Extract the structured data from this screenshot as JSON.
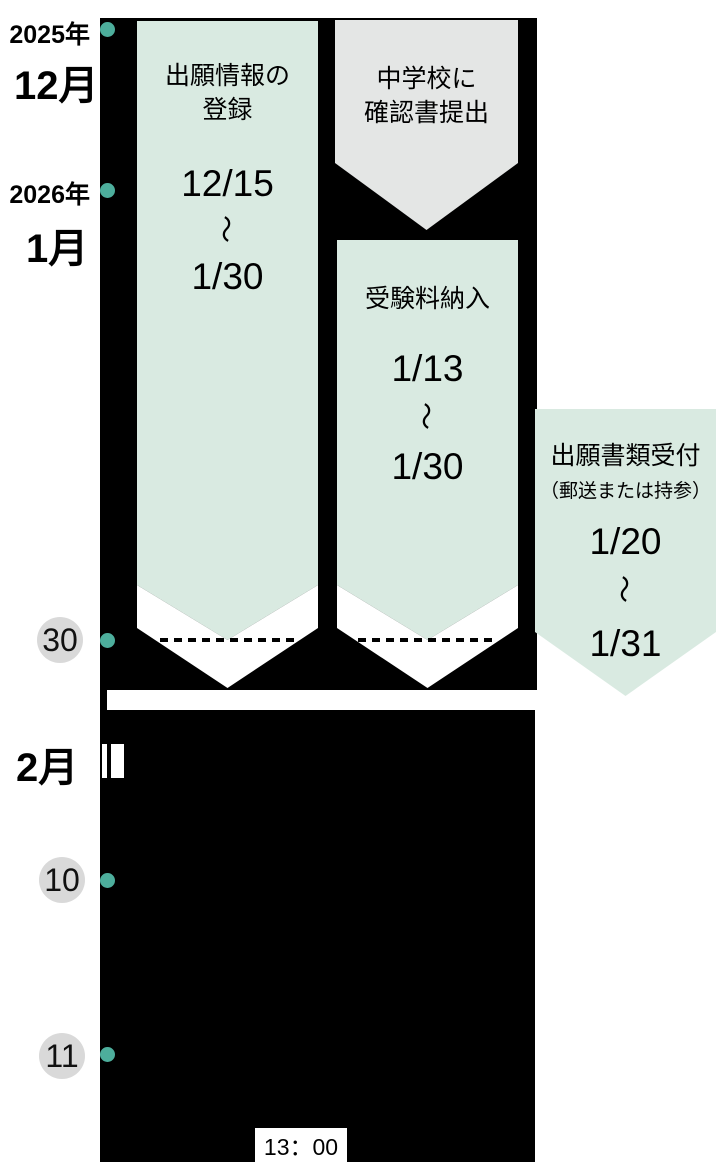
{
  "colors": {
    "background": "#ffffff",
    "timeline_block": "#000000",
    "ribbon_green": "#d9eae1",
    "ribbon_gray": "#e4e6e5",
    "dot_teal": "#4dae9c",
    "day_circle_gray": "#d9d9d9",
    "text": "#000000"
  },
  "timeline": {
    "year_top": "2025年",
    "month_top": "12月",
    "year_mid": "2026年",
    "month_mid": "1月",
    "day_30": "30",
    "month_feb": "2月",
    "day_10": "10",
    "day_11": "11"
  },
  "ribbons": {
    "registration": {
      "title_line1": "出願情報の",
      "title_line2": "登録",
      "date_start": "12/15",
      "tilde": "〜",
      "date_end": "1/30"
    },
    "confirmation": {
      "title_line1": "中学校に",
      "title_line2": "確認書提出"
    },
    "fee": {
      "title": "受験料納入",
      "date_start": "1/13",
      "tilde": "〜",
      "date_end": "1/30"
    },
    "documents": {
      "title": "出願書類受付",
      "note": "（郵送または持参）",
      "date_start": "1/20",
      "tilde": "〜",
      "date_end": "1/31"
    }
  },
  "footer": {
    "time": "13：00"
  }
}
